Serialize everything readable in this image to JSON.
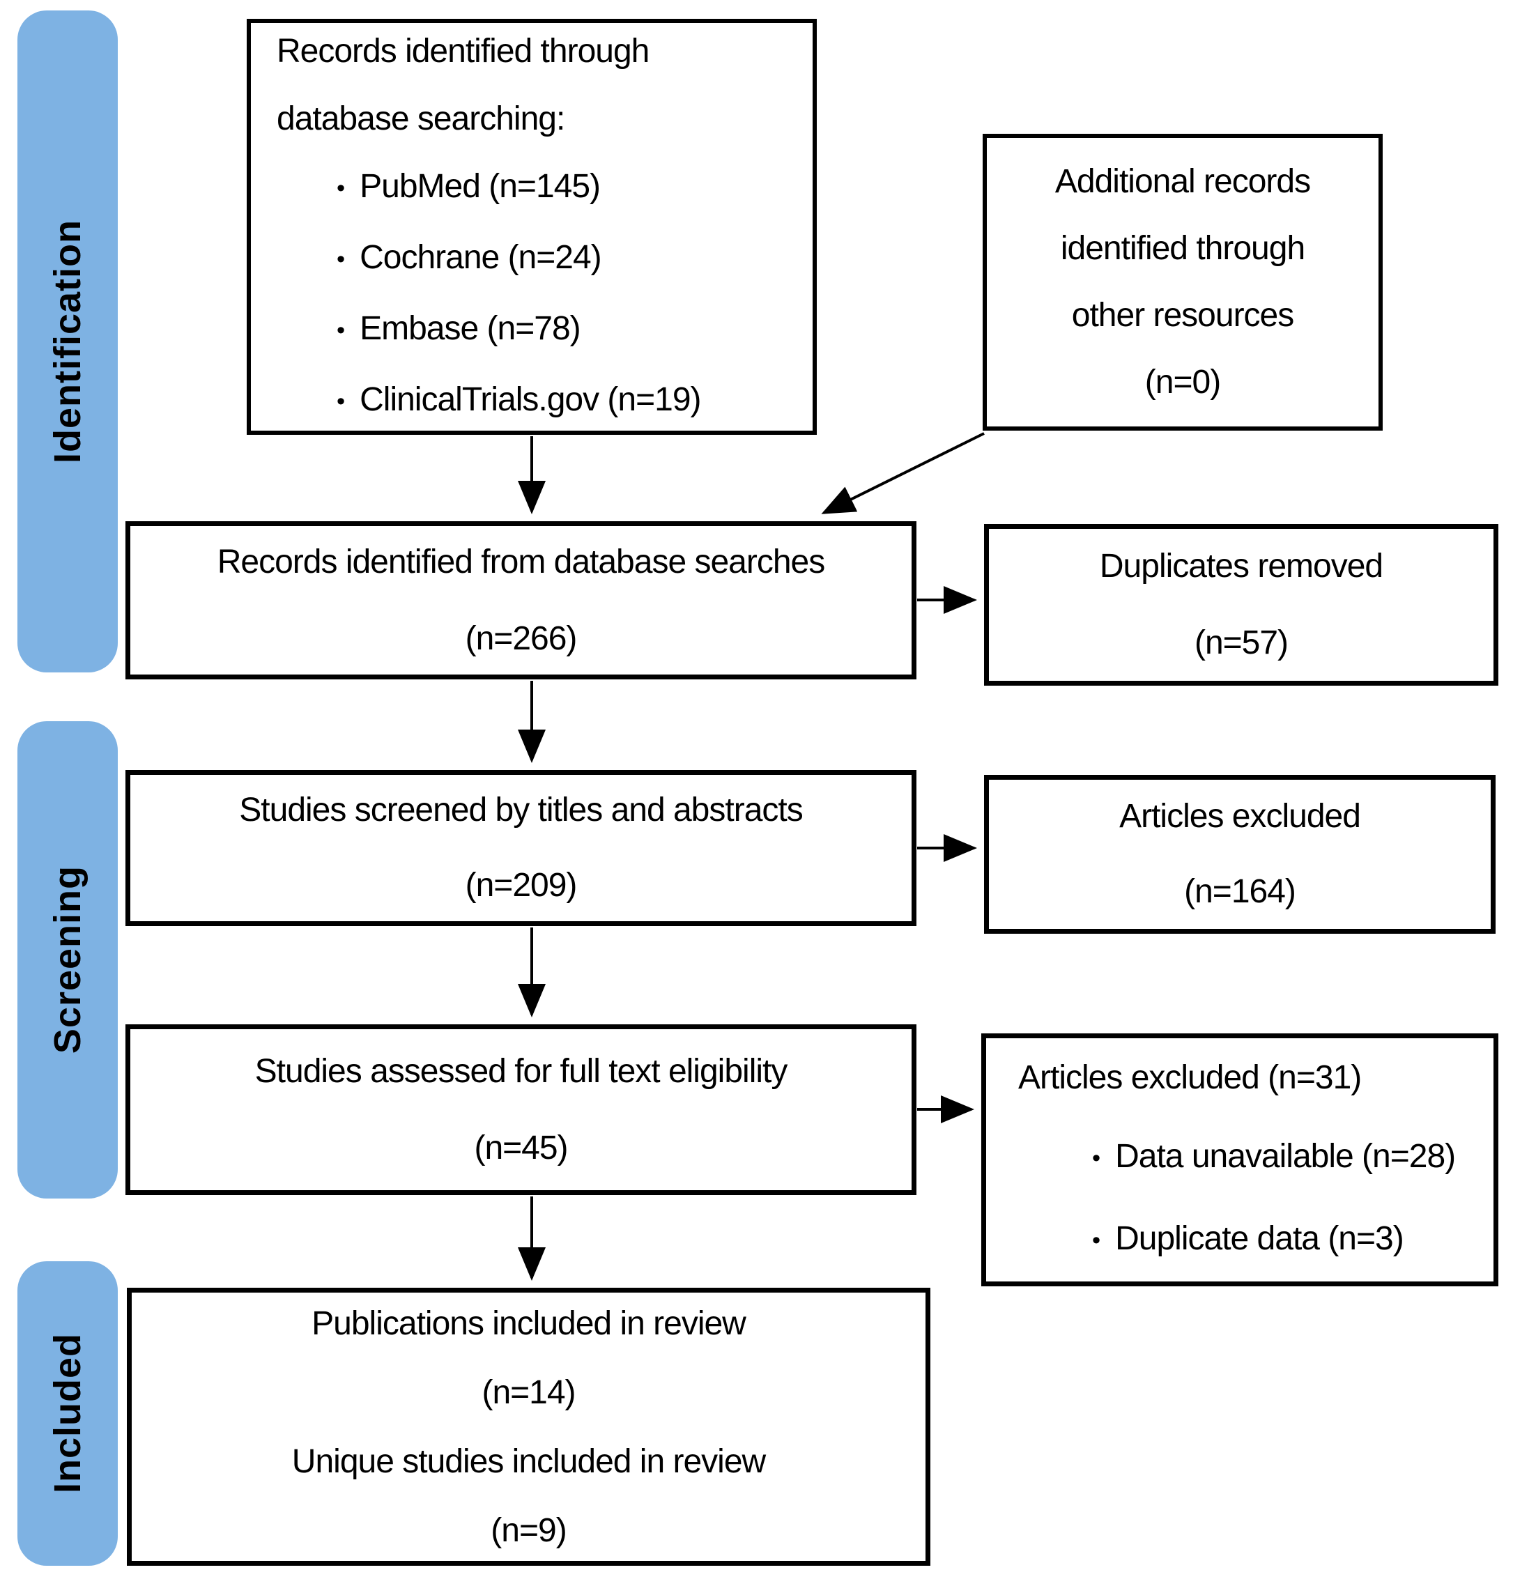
{
  "sidebar": {
    "stages": [
      {
        "label": "Identification"
      },
      {
        "label": "Screening"
      },
      {
        "label": "Included"
      }
    ],
    "fill_color": "#7EB2E3"
  },
  "flow": {
    "db_search": {
      "line1": "Records identified through",
      "line2": "database searching:",
      "bullets": [
        "PubMed (n=145)",
        "Cochrane (n=24)",
        "Embase (n=78)",
        "ClinicalTrials.gov (n=19)"
      ]
    },
    "additional": {
      "line1": "Additional records",
      "line2": "identified through",
      "line3": "other resources",
      "line4": "(n=0)"
    },
    "identified": {
      "line1": "Records identified from database searches",
      "line2": "(n=266)"
    },
    "duplicates": {
      "line1": "Duplicates removed",
      "line2": "(n=57)"
    },
    "screened": {
      "line1": "Studies screened by titles and abstracts",
      "line2": "(n=209)"
    },
    "excluded_titles": {
      "line1": "Articles excluded",
      "line2": "(n=164)"
    },
    "assessed": {
      "line1": "Studies assessed for full text eligibility",
      "line2": "(n=45)"
    },
    "excluded_fulltext": {
      "title": "Articles excluded (n=31)",
      "bullets": [
        "Data unavailable (n=28)",
        "Duplicate data (n=3)"
      ]
    },
    "included": {
      "line1": "Publications included in review",
      "line2": "(n=14)",
      "line3": "Unique studies included in review",
      "line4": "(n=9)"
    }
  },
  "colors": {
    "stage_fill": "#7EB2E3",
    "box_border": "#000000",
    "text": "#000000",
    "background": "#FFFFFF"
  }
}
